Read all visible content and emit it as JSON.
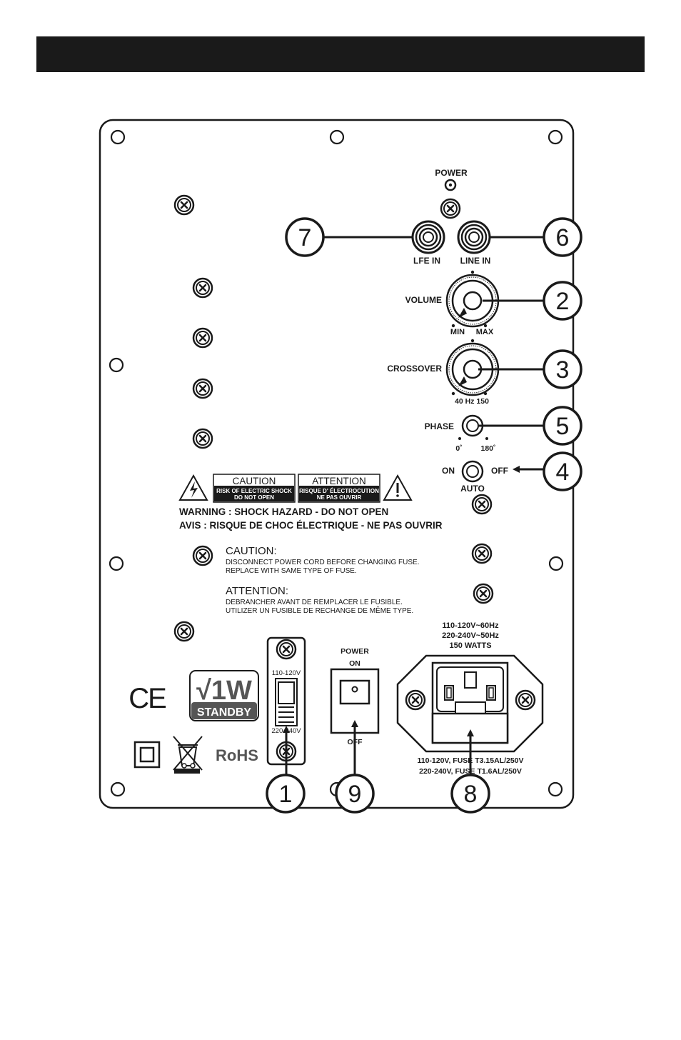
{
  "controls": {
    "power": "POWER",
    "lfe_in": "LFE IN",
    "line_in": "LINE IN",
    "volume": "VOLUME",
    "min": "MIN",
    "max": "MAX",
    "crossover": "CROSSOVER",
    "crossover_range": "40 Hz 150",
    "phase": "PHASE",
    "phase_0": "0˚",
    "phase_180": "180˚",
    "on": "ON",
    "off": "OFF",
    "auto": "AUTO"
  },
  "warning": {
    "caution_title": "CAUTION",
    "caution_sub1": "RISK OF ELECTRIC SHOCK",
    "caution_sub2": "DO NOT OPEN",
    "attention_title": "ATTENTION",
    "attention_sub1": "RISQUE D' ÉLECTROCUTION",
    "attention_sub2": "NE PAS OUVRIR",
    "line1": "WARNING : SHOCK HAZARD - DO NOT OPEN",
    "line2": "AVIS : RISQUE DE CHOC ÉLECTRIQUE - NE PAS OUVRIR"
  },
  "fuse_notice": {
    "caution_heading": "CAUTION:",
    "caution_line1": "DISCONNECT POWER CORD BEFORE CHANGING FUSE.",
    "caution_line2": "REPLACE WITH SAME TYPE OF FUSE.",
    "attention_heading": "ATTENTION:",
    "attention_line1": "DEBRANCHER AVANT DE REMPLACER LE FUSIBLE.",
    "attention_line2": "UTILIZER UN FUSIBLE DE RECHANGE DE MÊME TYPE."
  },
  "logos": {
    "ce": "CE",
    "standby_big": "√1W",
    "standby_small": "STANDBY",
    "rohs": "RoHS"
  },
  "voltage_switch": {
    "top": "110-120V",
    "bottom": "220-240V"
  },
  "power_switch": {
    "title": "POWER",
    "on": "ON",
    "off": "OFF"
  },
  "power_rating": {
    "line1": "110-120V~60Hz",
    "line2": "220-240V~50Hz",
    "line3": "150 WATTS"
  },
  "fuse_rating": {
    "line1": "110-120V, FUSE T3.15AL/250V",
    "line2": "220-240V, FUSE T1.6AL/250V"
  },
  "callouts": [
    "1",
    "2",
    "3",
    "4",
    "5",
    "6",
    "7",
    "8",
    "9"
  ]
}
